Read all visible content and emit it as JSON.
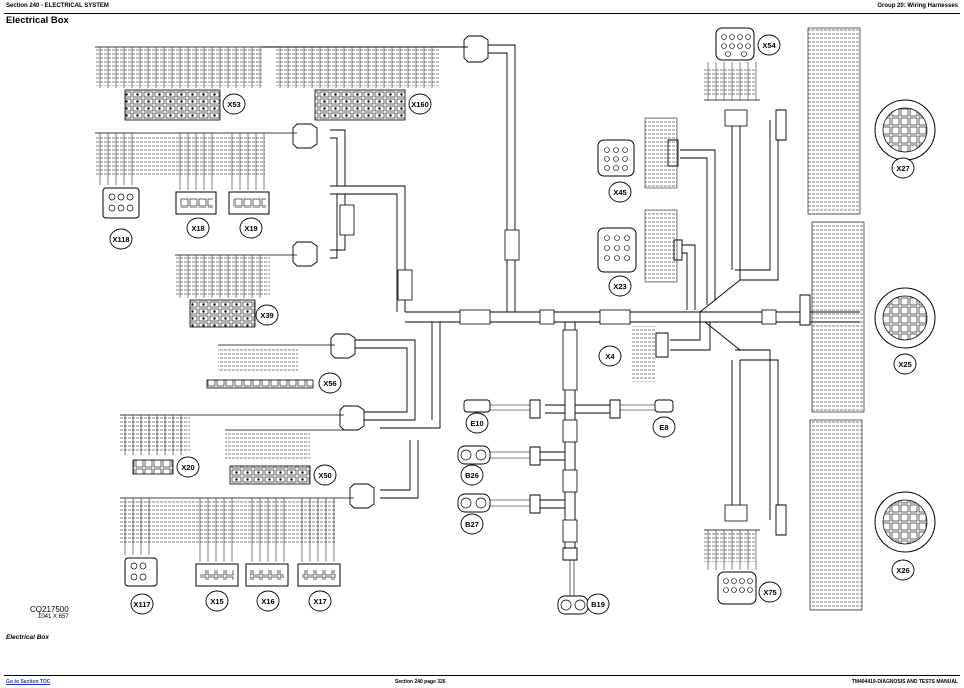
{
  "header": {
    "left": "Section 240 - ELECTRICAL SYSTEM",
    "right": "Group 20: Wiring Harnesses"
  },
  "title": "Electrical Box",
  "figure_id": "CQ217500",
  "figure_size": "1041 X 657",
  "footer": {
    "section_title": "Electrical Box",
    "link": "Go to Section TOC",
    "center": "Section 240 page 326",
    "right": "TM404419-DIAGNOSIS AND TESTS MANUAL"
  },
  "connectors": {
    "x53": "X53",
    "x160": "X160",
    "x54": "X54",
    "x27": "X27",
    "x118": "X118",
    "x18": "X18",
    "x19": "X19",
    "x45": "X45",
    "x23": "X23",
    "x39": "X39",
    "x56": "X56",
    "x4": "X4",
    "x25": "X25",
    "e10": "E10",
    "e8": "E8",
    "x20": "X20",
    "x50": "X50",
    "b26": "B26",
    "b27": "B27",
    "x26": "X26",
    "x117": "X117",
    "x15": "X15",
    "x16": "X16",
    "x17": "X17",
    "x75": "X75",
    "b19": "B19"
  }
}
